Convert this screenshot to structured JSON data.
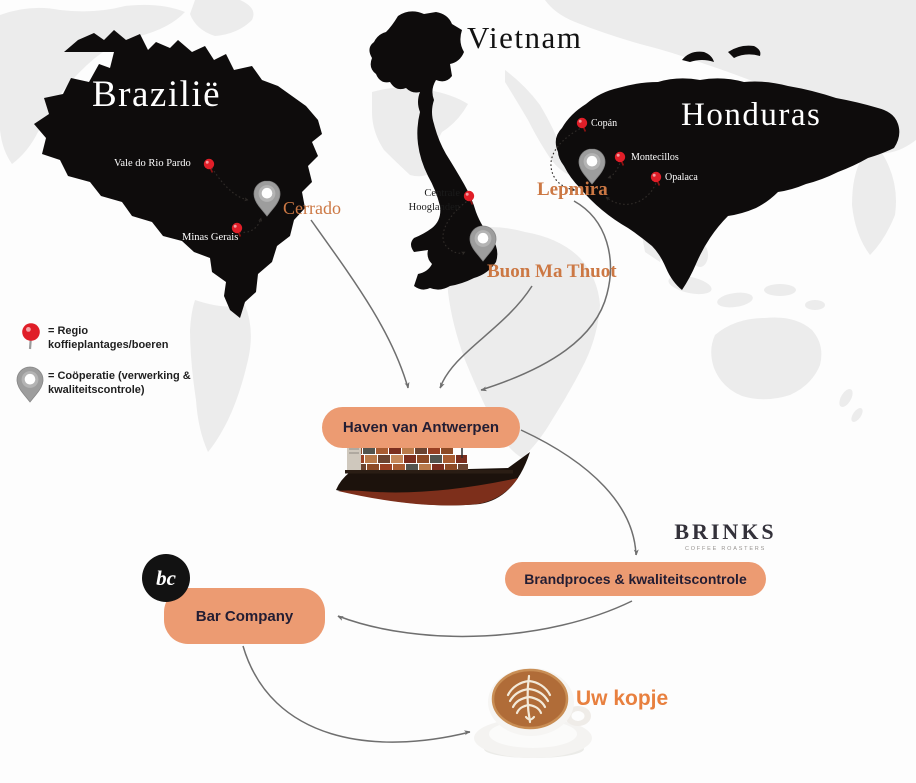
{
  "countries": {
    "brazil": {
      "label": "Brazilië",
      "regions": [
        "Vale do Rio Pardo",
        "Minas Gerais"
      ],
      "coop": "Cerrado"
    },
    "vietnam": {
      "label": "Vietnam",
      "region_line1": "Centrale",
      "region_line2": "Hooglanden",
      "coop": "Buon Ma Thuot"
    },
    "honduras": {
      "label": "Honduras",
      "regions": [
        "Copán",
        "Montecillos",
        "Opalaca"
      ],
      "coop": "Lepmira"
    }
  },
  "legend": {
    "regio_line1": "= Regio",
    "regio_line2": "koffieplantages/boeren",
    "coop_line1": "= Coöperatie (verwerking &",
    "coop_line2": "kwaliteitscontrole)"
  },
  "flow": {
    "port": "Haven van Antwerpen",
    "process": "Brandproces & kwaliteitscontrole",
    "company": "Bar Company",
    "cup": "Uw kopje"
  },
  "brands": {
    "roaster": "BRINKS",
    "roaster_tagline": "COFFEE ROASTERS",
    "company_logo": "bc"
  },
  "colors": {
    "accent_pill": "#EC9B72",
    "pill_text": "#231D33",
    "label_orange": "#CC7844",
    "cup_label_orange": "#E8803F",
    "pin_red": "#E01E28",
    "pin_gray": "#9D9D9D",
    "country_silhouette": "#0E0C0C",
    "map_gray": "#ECECEC",
    "arrow_gray": "#6F6F6F",
    "roaster_text": "#33313A"
  }
}
